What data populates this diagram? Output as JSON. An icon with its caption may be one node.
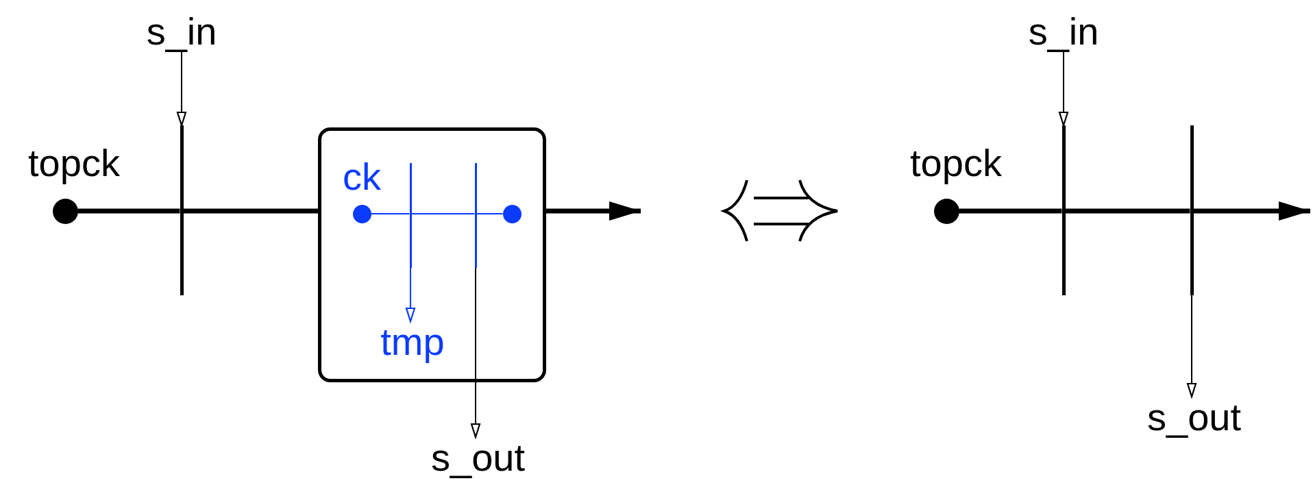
{
  "diagram": {
    "nodes": [
      {
        "text": [],
        "shape": "circle",
        "beside": [
          "topck"
        ]
      },
      {
        "text": [
          "s_in"
        ]
      },
      {
        "text": [],
        "shape": "bar"
      },
      {
        "text": [],
        "shape": "box"
      },
      {
        "text": [],
        "shape": "circle",
        "beside": [
          "ck"
        ],
        "in": 3
      },
      {
        "text": [],
        "shape": "bar",
        "in": 3
      },
      {
        "text": [],
        "shape": "bar",
        "in": 3
      },
      {
        "text": [],
        "shape": "circle",
        "in": 3
      },
      {
        "text": [
          "tmp"
        ],
        "in": 3
      },
      {
        "text": [
          "s_out"
        ]
      },
      {
        "text": [],
        "shape": "circle",
        "beside": [
          "topck"
        ]
      },
      {
        "text": [
          "s_in"
        ]
      },
      {
        "text": [],
        "shape": "bar"
      },
      {
        "text": [],
        "shape": "bar"
      },
      {
        "text": [
          "s_out"
        ]
      }
    ],
    "edges": [
      {
        "from": 0,
        "to": 2,
        "arrow": "none",
        "style": "thick"
      },
      {
        "from": 2,
        "to": 3,
        "arrow": "none",
        "style": "thick"
      },
      {
        "from": 3,
        "to": null,
        "arrow": "to",
        "style": "thick"
      },
      {
        "from": 1,
        "to": 2,
        "arrow": "to"
      },
      {
        "from": 4,
        "to": 5,
        "arrow": "none",
        "color": "#0b3bff"
      },
      {
        "from": 5,
        "to": 6,
        "arrow": "none",
        "color": "#0b3bff"
      },
      {
        "from": 6,
        "to": 7,
        "arrow": "none",
        "color": "#0b3bff"
      },
      {
        "from": 5,
        "to": 8,
        "arrow": "to",
        "color": "#0b3bff"
      },
      {
        "from": 6,
        "to": 9,
        "arrow": "to"
      },
      {
        "from": 10,
        "to": 12,
        "arrow": "none",
        "style": "thick"
      },
      {
        "from": 12,
        "to": 13,
        "arrow": "none",
        "style": "thick"
      },
      {
        "from": 13,
        "to": null,
        "arrow": "to",
        "style": "thick"
      },
      {
        "from": 11,
        "to": 12,
        "arrow": "to"
      },
      {
        "from": 13,
        "to": 14,
        "arrow": "to"
      }
    ]
  }
}
